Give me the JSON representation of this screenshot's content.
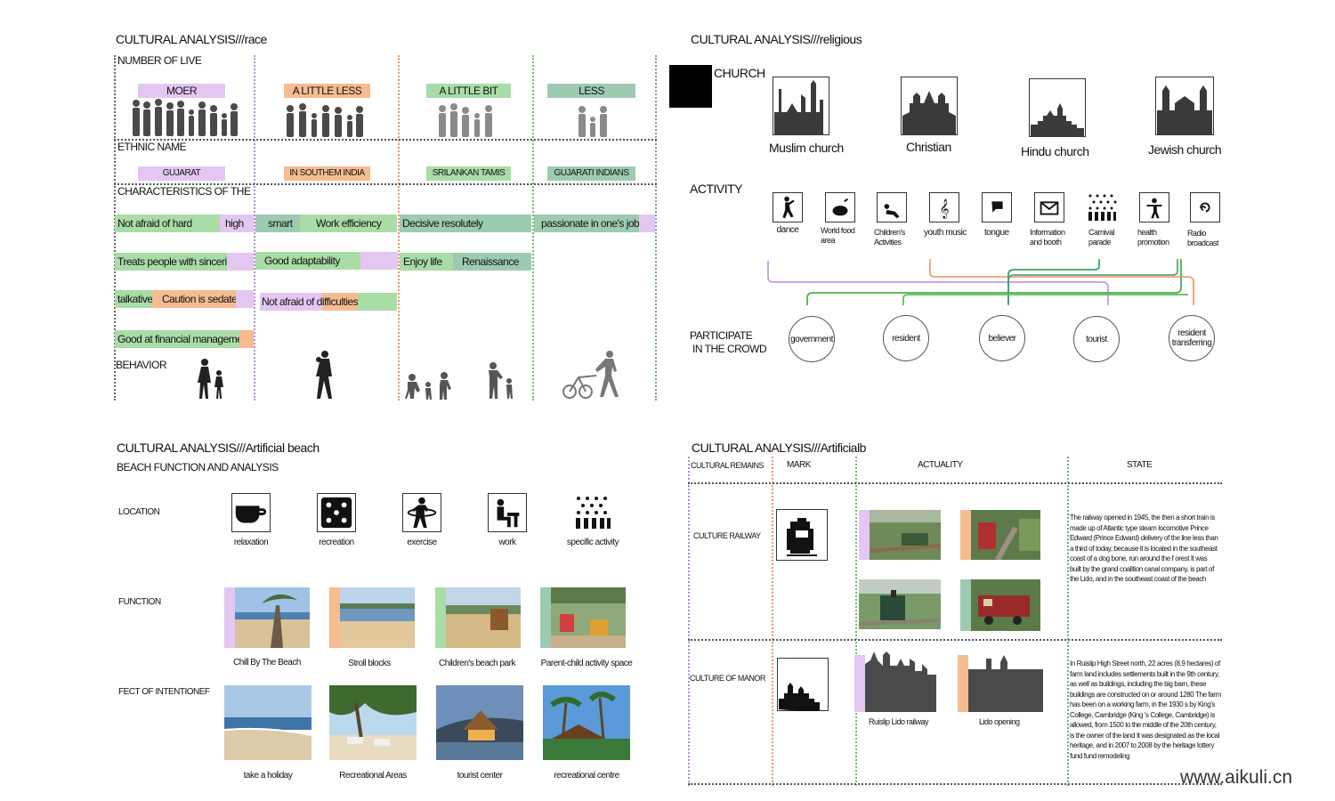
{
  "race": {
    "title": "CULTURAL ANALYSIS///race",
    "number_label": "NUMBER OF LIVE",
    "columns": [
      "MOER",
      "A LITTLE LESS",
      "A LITTLE  BIT",
      "LESS"
    ],
    "ethnic_label": "ETHNIC NAME",
    "ethnic": [
      "GUJARAT",
      "IN SOUTHEM INDIA",
      "SRILANKAN TAMIS",
      "GUJARATI INDIANS"
    ],
    "char_label": "CHARACTERISTICS OF THE",
    "traits": {
      "not_afraid_hard": "Not afraid of hard",
      "high": "high",
      "smart": "smart",
      "work_eff": "Work efficiency",
      "decisive": "Decisive resolutely",
      "passionate": "passionate in one's job",
      "sincerity": "Treats people with sincerity",
      "adapt": "Good adaptability",
      "enjoy": "Enjoy life",
      "renaissance": "Renaissance",
      "talkative": "talkative",
      "caution": "Caution is sedate",
      "not_afraid_diff": "Not afraid of difficulties",
      "financial": "Good at financial management"
    },
    "behavior_label": "BEHAVIOR"
  },
  "religious": {
    "title": "CULTURAL ANALYSIS///religious",
    "church_label": "CHURCH",
    "churches": [
      "Muslim church",
      "Christian",
      "Hindu church",
      "Jewish church"
    ],
    "activity_label": "ACTIVITY",
    "activities": [
      "dance",
      "World food area",
      "Children's Activities",
      "youth music",
      "tongue",
      "Information and booth",
      "Carnival parade",
      "health promotion",
      "Radio broadcast"
    ],
    "participate_label_1": "PARTICIPATE",
    "participate_label_2": "IN THE CROWD",
    "crowd": [
      "government",
      "resident",
      "believer",
      "tourist",
      "resident transferring"
    ]
  },
  "beach": {
    "title": "CULTURAL ANALYSIS///Artificial beach",
    "subtitle": "BEACH FUNCTION AND ANALYSIS",
    "location_label": "LOCATION",
    "location_icons": [
      "relaxation",
      "recreation",
      "exercise",
      "work",
      "specific activity"
    ],
    "function_label": "FUNCTION",
    "functions": [
      "Chill By The Beach",
      "Stroll blocks",
      "Children's beach park",
      "Parent-child activity space"
    ],
    "effect_label": "FECT OF INTENTIONEF",
    "effects": [
      "take a holiday",
      "Recreational Areas",
      "tourist center",
      "recreational centre"
    ]
  },
  "artificialb": {
    "title": "CULTURAL ANALYSIS///Artificialb",
    "headers": [
      "CULTURAL REMAINS",
      "MARK",
      "ACTUALITY",
      "STATE"
    ],
    "rows": [
      {
        "name": "CULTURE RAILWAY",
        "state": "The railway opened in 1945, the then a short train is made up of Atlantic type steam locomotive Prince Edward (Prince Edward) delivery of the line less than a third of today, because it is located in the southeast coast of a dog bone, run around the f orest It was built by the grand coalition canal company, is part of the Lido, and in the southeast coast of the beach"
      },
      {
        "name": "CULTURE OF MANOR",
        "captions": [
          "Ruislip Lido railway",
          "Lido opening"
        ],
        "state": "In Ruislip High Street north, 22 acres (8.9 hectares) of farm land includes settlements built in the 9th century, as well as buildings, including the big barn, these buildings are constructed on or around 1280 The farm has been on a working farm, in the 1930 s by King's College, Cambridge (King 's College, Cambridge) is allowed, from 1500 to the middle of the 20th century, is the owner of the land It was designated as the local heritage, and in 2007 to 2008 by the heritage lottery fund fund remodeling"
      }
    ]
  },
  "watermark": "www.aikuli.cn",
  "colors": {
    "purple": "#e3c7f2",
    "orange": "#f5bc92",
    "green": "#a9dca6",
    "teal": "#9dcbb2",
    "silhouette": "#3a3a3a"
  }
}
